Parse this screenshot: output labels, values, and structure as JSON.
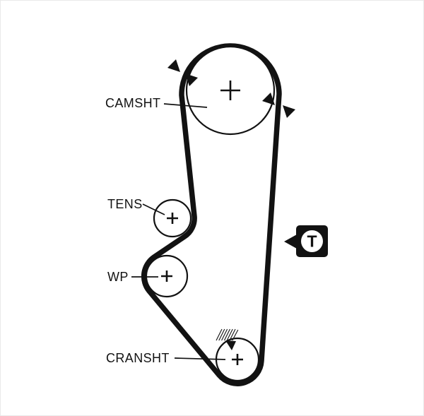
{
  "page": {
    "colors": {
      "ink": "#121212",
      "background": "#ffffff",
      "frame": "#e9e9e9"
    }
  },
  "diagram": {
    "labels": {
      "camshaft": "CAMSHT",
      "tensioner": "TENS",
      "water_pump": "WP",
      "crankshaft": "CRANSHT"
    },
    "tension_marker_label": "T"
  }
}
